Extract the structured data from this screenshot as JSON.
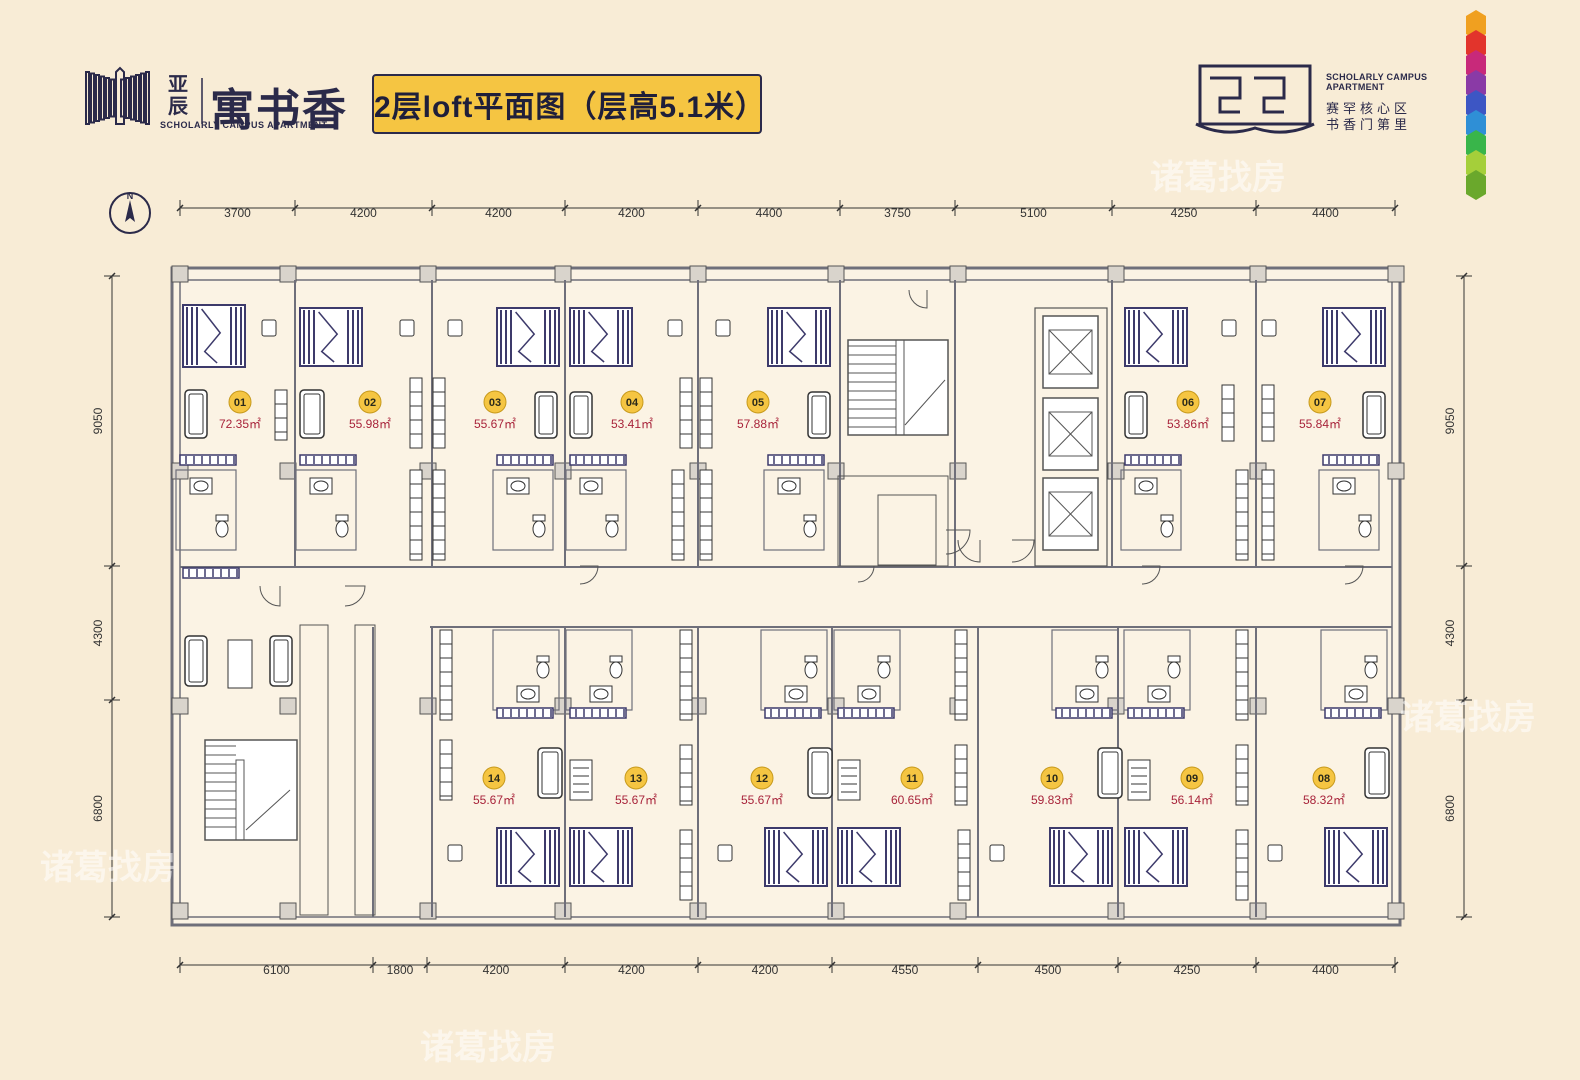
{
  "header": {
    "brand_prefix": "亚辰",
    "brand_name": "寓书香",
    "brand_en": "SCHOLARLY CAMPUS APARTMENT",
    "title": "2层loft平面图（层高5.1米）",
    "right_en_line1": "SCHOLARLY CAMPUS",
    "right_en_line2": "APARTMENT",
    "right_cn_line1": "赛罕核心区",
    "right_cn_line2": "书香门第里"
  },
  "compass": {
    "label": "N"
  },
  "watermark": "诸葛找房",
  "dimensions": {
    "top": [
      "3700",
      "4200",
      "4200",
      "4200",
      "4400",
      "3750",
      "5100",
      "4250",
      "4400"
    ],
    "bottom": [
      "6100",
      "1800",
      "4200",
      "4200",
      "4200",
      "4550",
      "4500",
      "4250",
      "4400"
    ],
    "left": [
      "9050",
      "4300",
      "6800"
    ],
    "right": [
      "9050",
      "4300",
      "6800"
    ]
  },
  "units": {
    "top": [
      {
        "num": "01",
        "area": "72.35㎡"
      },
      {
        "num": "02",
        "area": "55.98㎡"
      },
      {
        "num": "03",
        "area": "55.67㎡"
      },
      {
        "num": "04",
        "area": "53.41㎡"
      },
      {
        "num": "05",
        "area": "57.88㎡"
      },
      {
        "num": "06",
        "area": "53.86㎡"
      },
      {
        "num": "07",
        "area": "55.84㎡"
      }
    ],
    "bottom": [
      {
        "num": "14",
        "area": "55.67㎡"
      },
      {
        "num": "13",
        "area": "55.67㎡"
      },
      {
        "num": "12",
        "area": "55.67㎡"
      },
      {
        "num": "11",
        "area": "60.65㎡"
      },
      {
        "num": "10",
        "area": "59.83㎡"
      },
      {
        "num": "09",
        "area": "56.14㎡"
      },
      {
        "num": "08",
        "area": "58.32㎡"
      }
    ]
  },
  "colors": {
    "background": "#f8ecd6",
    "badge": "#f5c542",
    "area_text": "#a8233a",
    "wall": "#6f6f7a",
    "furniture": "#3d3a6b"
  }
}
